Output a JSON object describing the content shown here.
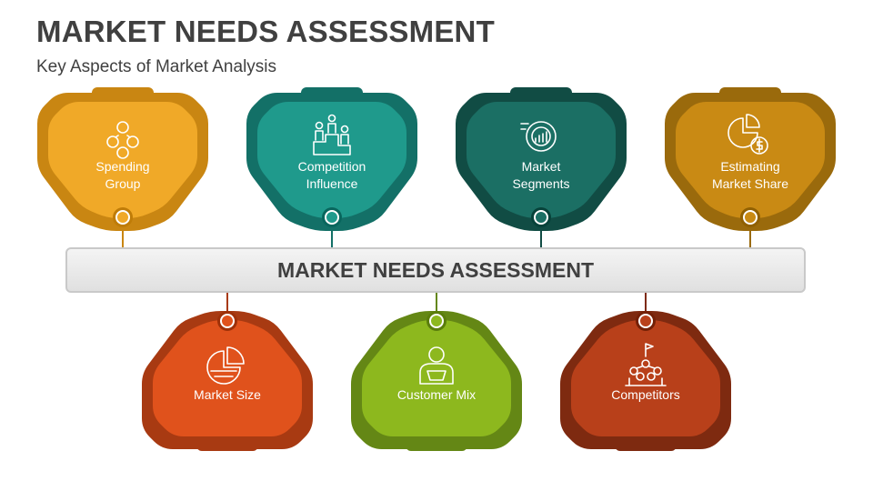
{
  "title": "MARKET NEEDS ASSESSMENT",
  "subtitle": "Key Aspects of Market Analysis",
  "center_label": "MARKET NEEDS ASSESSMENT",
  "top_cards": [
    {
      "label_line1": "Spending",
      "label_line2": "Group",
      "icon": "people-money-icon",
      "color": "#F0A928",
      "dark": "#C98612"
    },
    {
      "label_line1": "Competition",
      "label_line2": "Influence",
      "icon": "podium-people-icon",
      "color": "#1F9A8C",
      "dark": "#137067"
    },
    {
      "label_line1": "Market",
      "label_line2": "Segments",
      "icon": "pie-chart-segments-icon",
      "color": "#1B6F64",
      "dark": "#114C44"
    },
    {
      "label_line1": "Estimating",
      "label_line2": "Market Share",
      "icon": "pie-dollar-icon",
      "color": "#C98A14",
      "dark": "#9A6A0C"
    }
  ],
  "bottom_cards": [
    {
      "label": "Market Size",
      "icon": "pie-chart-icon",
      "color": "#E0521C",
      "dark": "#A83A12"
    },
    {
      "label": "Customer Mix",
      "icon": "customer-basket-icon",
      "color": "#8DB81E",
      "dark": "#648715"
    },
    {
      "label": "Competitors",
      "icon": "competitors-flag-icon",
      "color": "#B8401A",
      "dark": "#7E2A10"
    }
  ]
}
